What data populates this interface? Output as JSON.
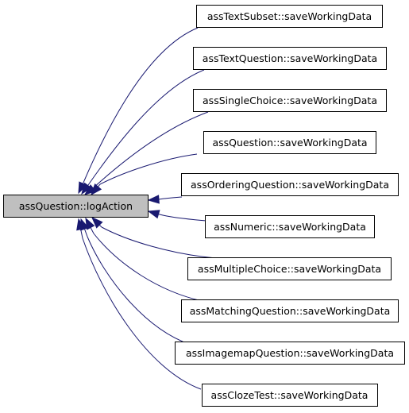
{
  "diagram": {
    "root": {
      "label": "assQuestion::logAction",
      "fill": "#bfbfbf"
    },
    "callers": [
      {
        "label": "assTextSubset::saveWorkingData"
      },
      {
        "label": "assTextQuestion::saveWorkingData"
      },
      {
        "label": "assSingleChoice::saveWorkingData"
      },
      {
        "label": "assQuestion::saveWorkingData"
      },
      {
        "label": "assOrderingQuestion::saveWorkingData"
      },
      {
        "label": "assNumeric::saveWorkingData"
      },
      {
        "label": "assMultipleChoice::saveWorkingData"
      },
      {
        "label": "assMatchingQuestion::saveWorkingData"
      },
      {
        "label": "assImagemapQuestion::saveWorkingData"
      },
      {
        "label": "assClozeTest::saveWorkingData"
      }
    ],
    "colors": {
      "edge": "#191970",
      "border": "#000000",
      "node_fill": "#ffffff"
    }
  }
}
